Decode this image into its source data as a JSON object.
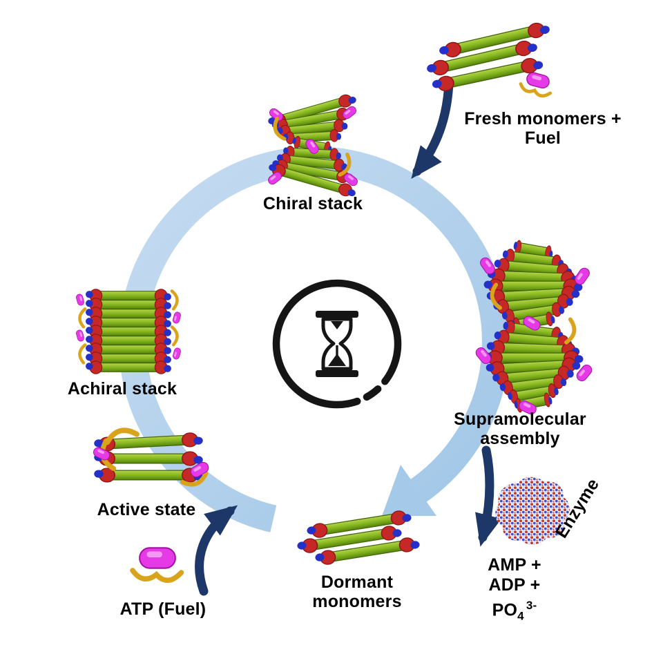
{
  "colors": {
    "background": "#ffffff",
    "cycle_ring_blue": "#aecde9",
    "arrow_navy": "#1c3768",
    "rod_green": "#86b71f",
    "rod_end_red": "#c62828",
    "tip_dot_blue": "#2430c8",
    "pill_magenta": "#e53ae5",
    "arc_gold": "#d9a31c",
    "text": "#000000"
  },
  "icons": {
    "center": "hourglass-clock-icon",
    "fuel": "atp-pill-with-gold-arcs-icon",
    "enzyme": "speckled-enzyme-blob",
    "cycle": "clockwise-ring-arrow"
  },
  "labels": {
    "fresh_monomers_line1": "Fresh monomers +",
    "fresh_monomers_line2": "Fuel",
    "chiral_stack": "Chiral stack",
    "supramolecular_line1": "Supramolecular",
    "supramolecular_line2": "assembly",
    "enzyme": "Enzyme",
    "amp": "AMP +",
    "adp": "ADP +",
    "phosphate_base": "PO",
    "phosphate_sub": "4",
    "phosphate_sup": "3-",
    "dormant_line1": "Dormant",
    "dormant_line2": "monomers",
    "active_state": "Active state",
    "atp_fuel": "ATP (Fuel)",
    "achiral_stack": "Achiral stack"
  }
}
